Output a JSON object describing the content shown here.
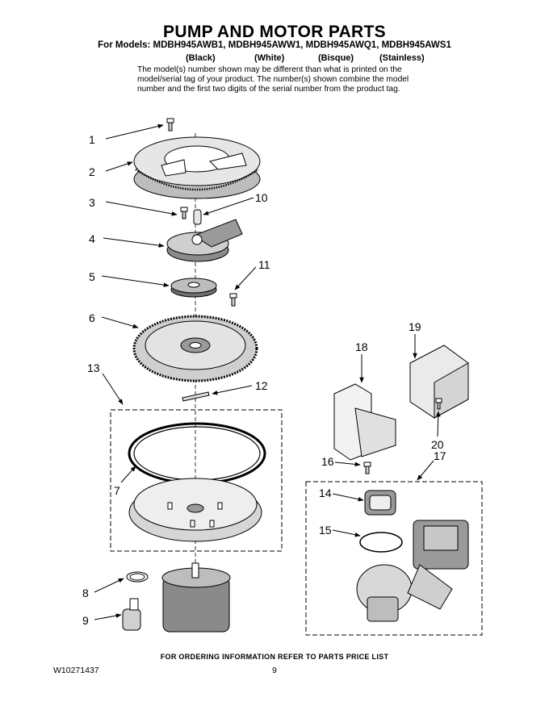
{
  "header": {
    "title": "PUMP AND MOTOR PARTS",
    "models": "For Models: MDBH945AWB1, MDBH945AWW1, MDBH945AWQ1, MDBH945AWS1",
    "finishes": [
      "(Black)",
      "(White)",
      "(Bisque)",
      "(Stainless)"
    ],
    "note": "The model(s) number shown may be different than what is printed on the model/serial tag of your product. The number(s) shown combine the model number and the first two digits of the serial number from the product tag."
  },
  "callouts": [
    "1",
    "2",
    "3",
    "10",
    "4",
    "11",
    "5",
    "6",
    "13",
    "12",
    "7",
    "8",
    "9",
    "18",
    "19",
    "20",
    "16",
    "17",
    "14",
    "15"
  ],
  "footer": {
    "ordering_note": "FOR ORDERING INFORMATION REFER TO PARTS PRICE LIST",
    "doc_id": "W10271437",
    "page": "9"
  }
}
